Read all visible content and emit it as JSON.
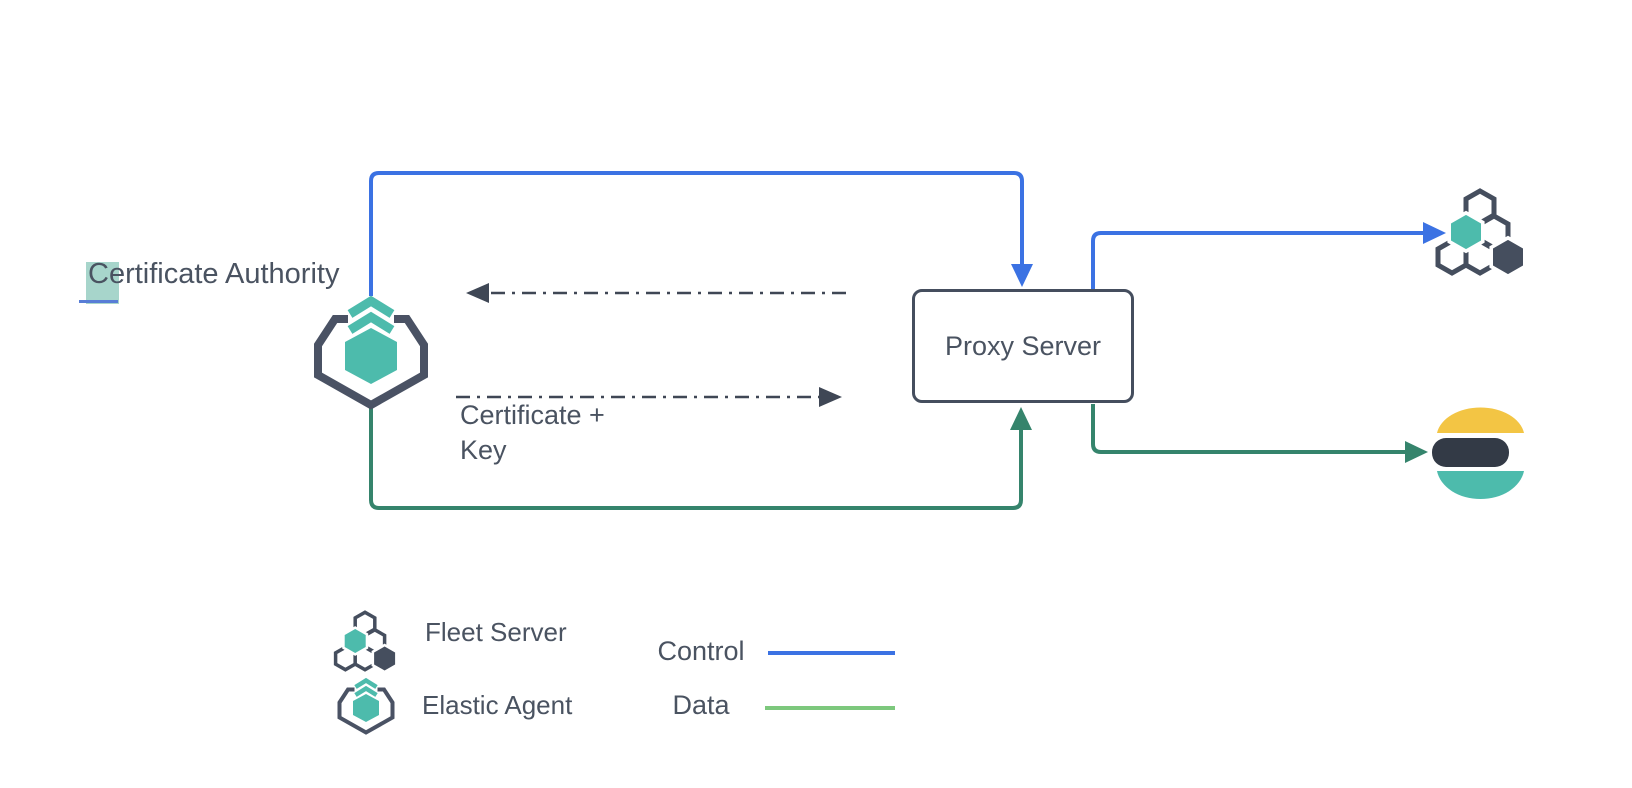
{
  "diagram": {
    "certificate_authority_label": "Certificate Authority",
    "proxy_server_label": "Proxy Server",
    "certificate_key_label": "Certificate + Key"
  },
  "legend": {
    "fleet_server_label": "Fleet Server",
    "elastic_agent_label": "Elastic Agent",
    "control_label": "Control",
    "data_label": "Data"
  },
  "icons": {
    "fleet_server": "hexagon-cluster-icon",
    "elastic_agent": "hexagon-brackets-icon",
    "elasticsearch": "elasticsearch-logo-icon"
  },
  "colors": {
    "control_blue": "#3b72e3",
    "data_green": "#35846c",
    "legend_data_green": "#7dc87d",
    "teal": "#4dbbac",
    "slate_stroke": "#454e5e",
    "text_slate": "#4a5361",
    "es_yellow": "#f3c544",
    "es_dark": "#333a46",
    "highlight_teal": "#a7d5cb",
    "caret_blue": "#587dd6"
  }
}
